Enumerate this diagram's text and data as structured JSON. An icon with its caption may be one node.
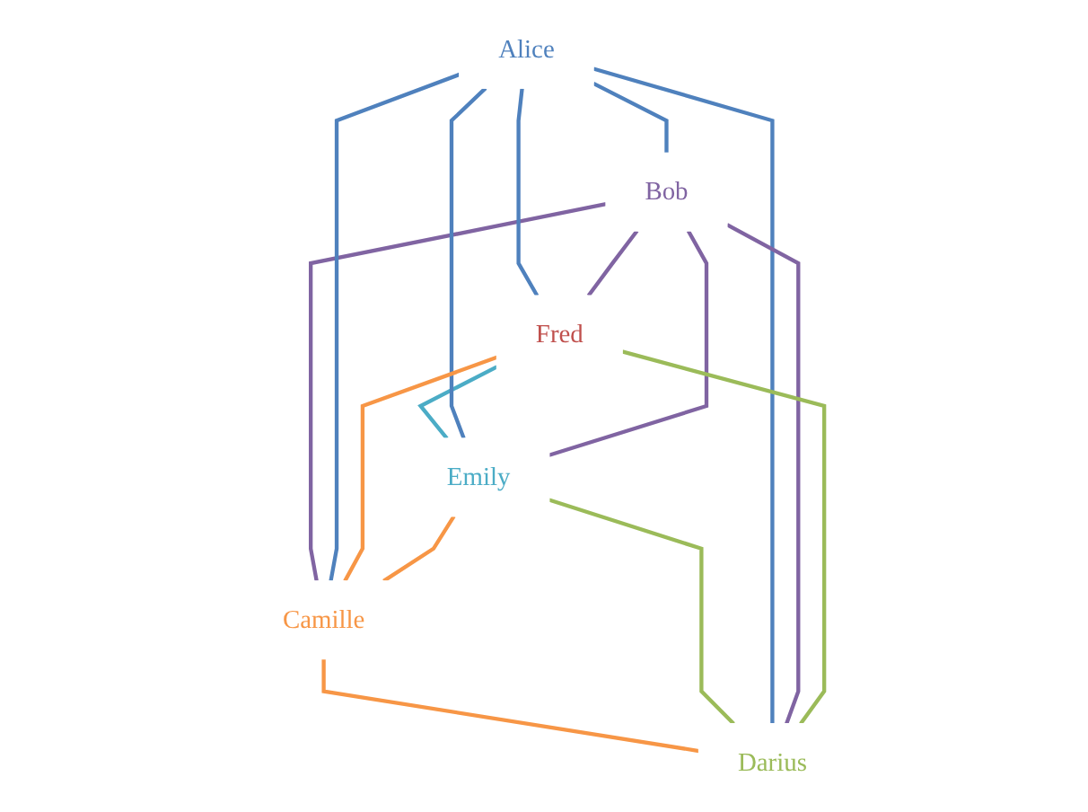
{
  "diagram": {
    "nodes": [
      {
        "text": [
          "Alice"
        ]
      },
      {
        "text": [
          "Bob"
        ]
      },
      {
        "text": [
          "Fred"
        ]
      },
      {
        "text": [
          "Camille"
        ]
      },
      {
        "text": [
          "Emily"
        ]
      },
      {
        "text": [
          "Darius"
        ]
      }
    ],
    "edges": [
      {
        "from": 0,
        "to": 1,
        "arrow": "none",
        "color": "#4f81bd"
      },
      {
        "from": 1,
        "to": 3,
        "arrow": "none",
        "color": "#8064a2"
      },
      {
        "from": 3,
        "to": 5,
        "arrow": "none",
        "color": "#f79646"
      },
      {
        "from": 4,
        "to": 5,
        "arrow": "none",
        "color": "#9bbb59"
      },
      {
        "from": 2,
        "to": 4,
        "arrow": "none",
        "color": "#4bacc6"
      },
      {
        "from": 0,
        "to": 2,
        "arrow": "none",
        "color": "#4f81bd"
      },
      {
        "from": 0,
        "to": 4,
        "arrow": "none",
        "color": "#4f81bd"
      },
      {
        "from": 0,
        "to": 5,
        "arrow": "none",
        "color": "#4f81bd"
      },
      {
        "from": 0,
        "to": 3,
        "arrow": "none",
        "color": "#4f81bd"
      },
      {
        "from": 1,
        "to": 2,
        "arrow": "none",
        "color": "#8064a2"
      },
      {
        "from": 1,
        "to": 4,
        "arrow": "none",
        "color": "#8064a2"
      },
      {
        "from": 1,
        "to": 5,
        "arrow": "none",
        "color": "#8064a2"
      },
      {
        "from": 2,
        "to": 3,
        "arrow": "none",
        "color": "#f79646"
      },
      {
        "from": 4,
        "to": 3,
        "arrow": "none",
        "color": "#f79646"
      },
      {
        "from": 2,
        "to": 5,
        "arrow": "none",
        "color": "#9bbb59"
      }
    ]
  }
}
